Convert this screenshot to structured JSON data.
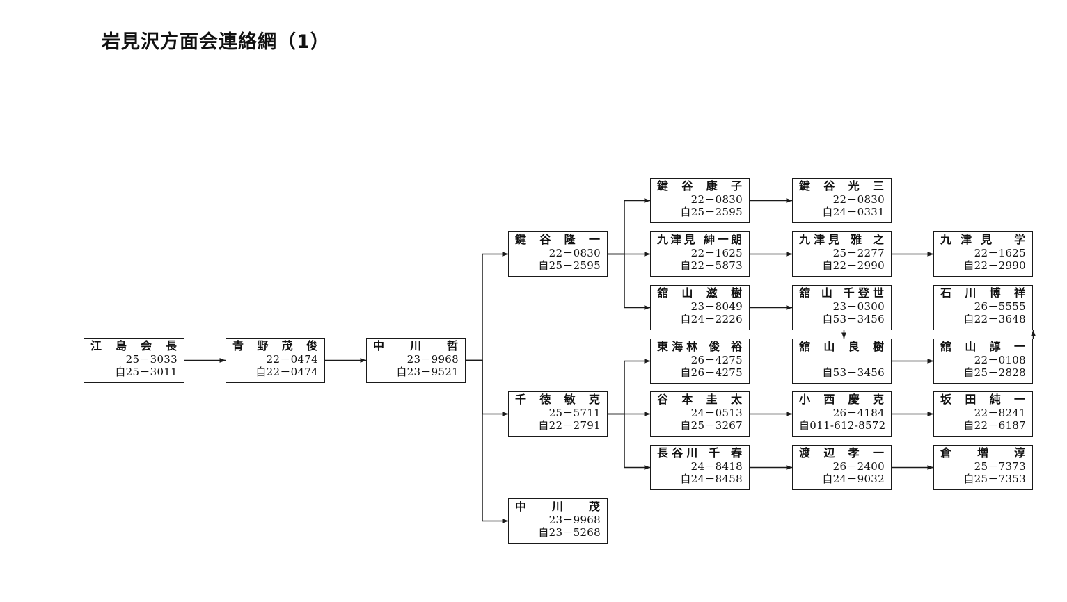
{
  "title": "岩見沢方面会連絡網（1）",
  "nodes": [
    {
      "id": "n1",
      "name": "江 島 会 長",
      "tel1": "25－3033",
      "tel2": "自25－3011"
    },
    {
      "id": "n2",
      "name": "青 野 茂 俊",
      "tel1": "22－0474",
      "tel2": "自22－0474"
    },
    {
      "id": "n3",
      "name": "中 川 哲",
      "tel1": "23－9968",
      "tel2": "自23－9521"
    },
    {
      "id": "n4",
      "name": "鍵 谷 隆 一",
      "tel1": "22－0830",
      "tel2": "自25－2595"
    },
    {
      "id": "n5",
      "name": "千 徳 敏 克",
      "tel1": "25－5711",
      "tel2": "自22－2791"
    },
    {
      "id": "n6",
      "name": "中 川 茂",
      "tel1": "23－9968",
      "tel2": "自23－5268"
    },
    {
      "id": "n7",
      "name": "鍵 谷 康 子",
      "tel1": "22－0830",
      "tel2": "自25－2595"
    },
    {
      "id": "n8",
      "name": "九津見 紳一朗",
      "tel1": "22－1625",
      "tel2": "自22－5873"
    },
    {
      "id": "n9",
      "name": "舘 山 滋 樹",
      "tel1": "23－8049",
      "tel2": "自24－2226"
    },
    {
      "id": "n10",
      "name": "東海林 俊 裕",
      "tel1": "26－4275",
      "tel2": "自26－4275"
    },
    {
      "id": "n11",
      "name": "谷 本 圭 太",
      "tel1": "24－0513",
      "tel2": "自25－3267"
    },
    {
      "id": "n12",
      "name": "長谷川 千 春",
      "tel1": "24－8418",
      "tel2": "自24－8458"
    },
    {
      "id": "n13",
      "name": "鍵 谷 光 三",
      "tel1": "22－0830",
      "tel2": "自24－0331"
    },
    {
      "id": "n14",
      "name": "九津見 雅 之",
      "tel1": "25－2277",
      "tel2": "自22－2990"
    },
    {
      "id": "n15",
      "name": "舘 山 千登世",
      "tel1": "23－0300",
      "tel2": "自53－3456"
    },
    {
      "id": "n16",
      "name": "舘 山 良 樹",
      "tel1": "",
      "tel2": "自53－3456"
    },
    {
      "id": "n17",
      "name": "小 西 慶 克",
      "tel1": "26－4184",
      "tel2": "自011-612-8572"
    },
    {
      "id": "n18",
      "name": "渡 辺 孝 一",
      "tel1": "26－2400",
      "tel2": "自24－9032"
    },
    {
      "id": "n19",
      "name": "九津見 学",
      "tel1": "22－1625",
      "tel2": "自22－2990"
    },
    {
      "id": "n20",
      "name": "石 川 博 祥",
      "tel1": "26－5555",
      "tel2": "自22－3648"
    },
    {
      "id": "n21",
      "name": "舘 山 諄 一",
      "tel1": "22－0108",
      "tel2": "自25－2828"
    },
    {
      "id": "n22",
      "name": "坂 田 純 一",
      "tel1": "22－8241",
      "tel2": "自22－6187"
    },
    {
      "id": "n23",
      "name": "倉 増 淳",
      "tel1": "25－7373",
      "tel2": "自25－7353"
    }
  ],
  "edges": [
    {
      "from": "n1",
      "to": "n2"
    },
    {
      "from": "n2",
      "to": "n3"
    },
    {
      "from": "n3",
      "to": "n4"
    },
    {
      "from": "n3",
      "to": "n5"
    },
    {
      "from": "n3",
      "to": "n6"
    },
    {
      "from": "n4",
      "to": "n7"
    },
    {
      "from": "n4",
      "to": "n8"
    },
    {
      "from": "n4",
      "to": "n9"
    },
    {
      "from": "n5",
      "to": "n10"
    },
    {
      "from": "n5",
      "to": "n11"
    },
    {
      "from": "n5",
      "to": "n12"
    },
    {
      "from": "n7",
      "to": "n13"
    },
    {
      "from": "n8",
      "to": "n14"
    },
    {
      "from": "n9",
      "to": "n15"
    },
    {
      "from": "n15",
      "to": "n16"
    },
    {
      "from": "n11",
      "to": "n17"
    },
    {
      "from": "n12",
      "to": "n18"
    },
    {
      "from": "n14",
      "to": "n19"
    },
    {
      "from": "n16",
      "to": "n21"
    },
    {
      "from": "n21",
      "to": "n20"
    },
    {
      "from": "n17",
      "to": "n22"
    },
    {
      "from": "n18",
      "to": "n23"
    }
  ]
}
